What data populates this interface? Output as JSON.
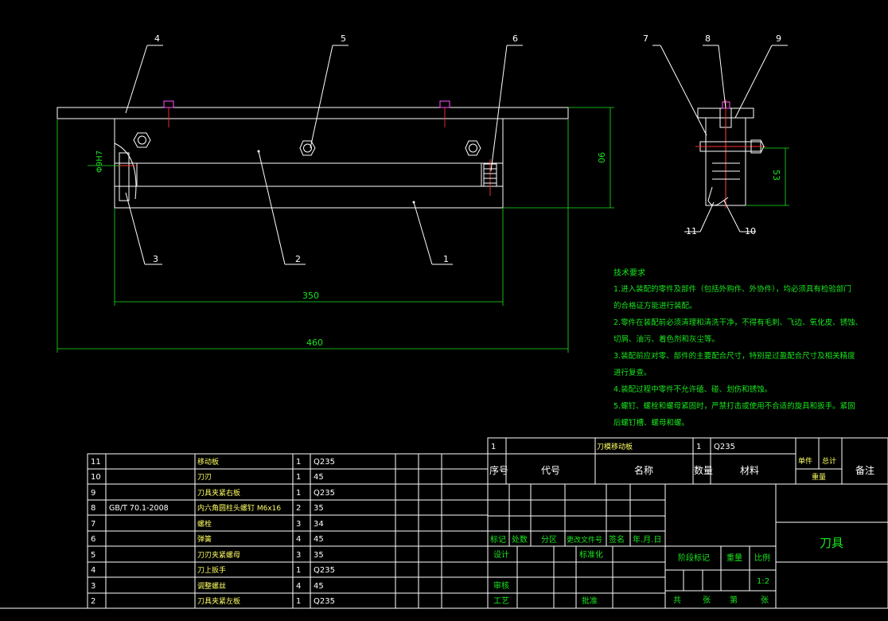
{
  "front_view": {
    "leaders": [
      "4",
      "5",
      "6",
      "3",
      "2",
      "1"
    ],
    "dims": {
      "d1": "Φ9H7",
      "d2": "350",
      "d3": "460",
      "d4": "90"
    }
  },
  "side_view": {
    "leaders": [
      "7",
      "8",
      "9",
      "11",
      "10"
    ],
    "dim": "53"
  },
  "tech": {
    "title": "技术要求",
    "lines": [
      "1.进入装配的零件及部件（包括外购件、外协件），均必须具有检验部门",
      "的合格证方能进行装配。",
      "2.零件在装配前必须清理和清洗干净，不得有毛刺、飞边、氧化皮、锈蚀、",
      "切屑、油污、着色剂和灰尘等。",
      "3.装配前应对零、部件的主要配合尺寸，特别是过盈配合尺寸及相关精度",
      "进行复查。",
      "4.装配过程中零件不允许磕、碰、划伤和锈蚀。",
      "5.螺钉、螺栓和螺母紧固时，严禁打击或使用不合适的旋具和扳手。紧固",
      "后螺钉槽、螺母和螺。"
    ]
  },
  "bom": [
    {
      "no": "11",
      "code": "",
      "name": "移动板",
      "qty": "1",
      "mat": "Q235"
    },
    {
      "no": "10",
      "code": "",
      "name": "刀刃",
      "qty": "1",
      "mat": "45"
    },
    {
      "no": "9",
      "code": "",
      "name": "刀具夹紧右板",
      "qty": "1",
      "mat": "Q235"
    },
    {
      "no": "8",
      "code": "GB/T 70.1-2008",
      "name": "内六角圆柱头螺钉 M6x16",
      "qty": "2",
      "mat": "35"
    },
    {
      "no": "7",
      "code": "",
      "name": "螺栓",
      "qty": "3",
      "mat": "34"
    },
    {
      "no": "6",
      "code": "",
      "name": "弹簧",
      "qty": "4",
      "mat": "45"
    },
    {
      "no": "5",
      "code": "",
      "name": "刀刃夹紧螺母",
      "qty": "3",
      "mat": "35"
    },
    {
      "no": "4",
      "code": "",
      "name": "刀上扳手",
      "qty": "1",
      "mat": "Q235"
    },
    {
      "no": "3",
      "code": "",
      "name": "调整螺丝",
      "qty": "4",
      "mat": "45"
    },
    {
      "no": "2",
      "code": "",
      "name": "刀具夹紧左板",
      "qty": "1",
      "mat": "Q235"
    }
  ],
  "title_block": {
    "row1": {
      "no": "1",
      "name": "刀模移动板",
      "qty": "1",
      "mat": "Q235"
    },
    "headers": {
      "no": "序号",
      "code": "代号",
      "name": "名称",
      "qty": "数量",
      "mat": "材料",
      "single": "单件",
      "total": "总计",
      "weight": "重量",
      "remark": "备注"
    },
    "rev": [
      "标记",
      "处数",
      "分区",
      "更改文件号",
      "签名",
      "年.月.日"
    ],
    "design": "设计",
    "std": "标准化",
    "review": "审核",
    "process": "工艺",
    "approve": "批准",
    "stage": "阶段标记",
    "weight2": "重量",
    "scale": "比例",
    "scale_val": "1:2",
    "sheets": [
      "共",
      "张",
      "第",
      "张"
    ],
    "drawing_name": "刀具"
  }
}
